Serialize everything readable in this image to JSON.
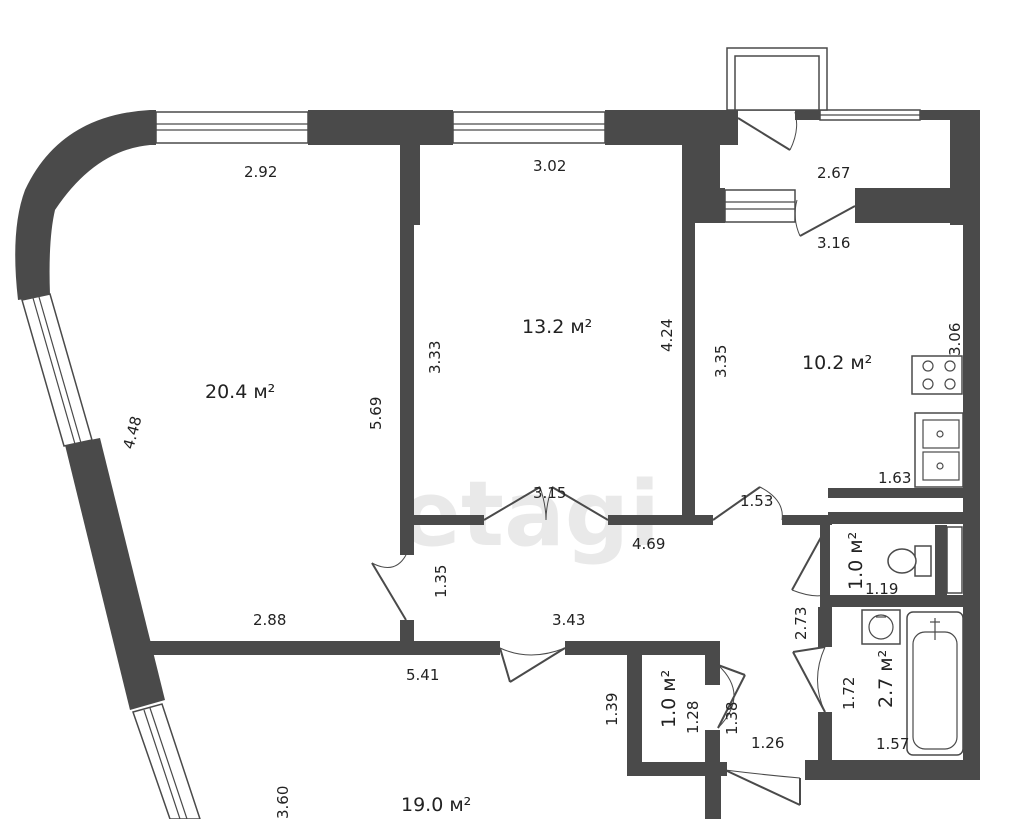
{
  "watermark": "etagi",
  "rooms": {
    "living_left": "20.4 м²",
    "bedroom_middle": "13.2 м²",
    "kitchen": "10.2 м²",
    "toilet": "1.0 м²",
    "closet": "1.0 м²",
    "bathroom": "2.7 м²",
    "living_bottom": "19.0 м²"
  },
  "dimensions": {
    "d_2_92": "2.92",
    "d_3_02": "3.02",
    "d_2_67": "2.67",
    "d_3_16": "3.16",
    "d_4_48": "4.48",
    "d_5_69": "5.69",
    "d_3_33": "3.33",
    "d_4_24": "4.24",
    "d_3_35": "3.35",
    "d_3_06": "3.06",
    "d_1_63": "1.63",
    "d_3_15": "3.15",
    "d_1_53": "1.53",
    "d_4_69": "4.69",
    "d_1_19": "1.19",
    "d_1_35": "1.35",
    "d_2_88": "2.88",
    "d_3_43": "3.43",
    "d_2_73": "2.73",
    "d_5_41": "5.41",
    "d_1_72": "1.72",
    "d_1_39": "1.39",
    "d_1_28": "1.28",
    "d_1_38": "1.38",
    "d_1_26": "1.26",
    "d_1_57": "1.57",
    "d_3_60": "3.60"
  },
  "colors": {
    "wall": "#4a4a4a",
    "text": "#222222",
    "watermark": "#e9e9e9"
  }
}
